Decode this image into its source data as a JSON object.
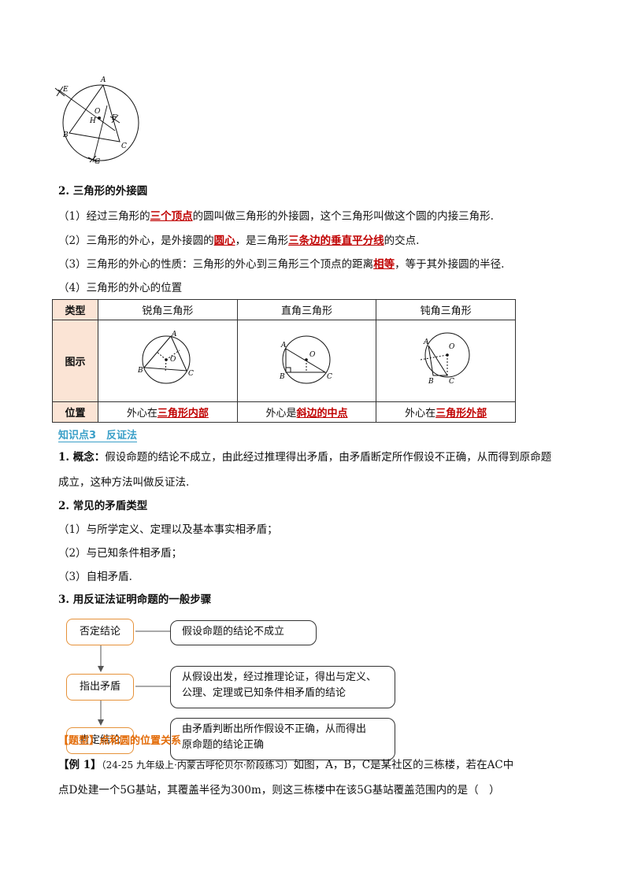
{
  "top_figure": {
    "labels": [
      "A",
      "E",
      "O",
      "H",
      "F",
      "B",
      "C",
      "G"
    ]
  },
  "section2": {
    "title": "2. 三角形的外接圆",
    "p1": {
      "pre": "（1）经过三角形的",
      "em": "三个顶点",
      "post": "的圆叫做三角形的外接圆，这个三角形叫做这个圆的内接三角形."
    },
    "p2": {
      "pre": "（2）三角形的外心，是外接圆的",
      "em1": "圆心",
      "mid": "，是三角形",
      "em2": "三条边的垂直平分线",
      "post": "的交点."
    },
    "p3": {
      "pre": "（3）三角形的外心的性质：三角形的外心到三角形三个顶点的距离",
      "em": "相等",
      "post": "，等于其外接圆的半径."
    },
    "p4": "（4）三角形的外心的位置"
  },
  "table": {
    "row_headers": [
      "类型",
      "图示",
      "位置"
    ],
    "columns": [
      {
        "type": "锐角三角形",
        "pos_pre": "外心在",
        "pos_em": "三角形内部",
        "labels": [
          "A",
          "O",
          "B",
          "C"
        ]
      },
      {
        "type": "直角三角形",
        "pos_pre": "外心是",
        "pos_em": "斜边的中点",
        "labels": [
          "A",
          "O",
          "B",
          "C"
        ]
      },
      {
        "type": "钝角三角形",
        "pos_pre": "外心在",
        "pos_em": "三角形外部",
        "labels": [
          "A",
          "O",
          "B",
          "C"
        ]
      }
    ]
  },
  "kp3": {
    "title": "知识点3　反证法"
  },
  "concept": {
    "label": "1. 概念：",
    "text1": "假设命题的结论不成立，由此经过推理得出矛盾，由矛盾断定所作假设不正确，从而得到原命题",
    "text2": "成立，这种方法叫做反证法."
  },
  "contradictions": {
    "title": "2. 常见的矛盾类型",
    "items": [
      "（1）与所学定义、定理以及基本事实相矛盾；",
      "（2）与已知条件相矛盾；",
      "（3）自相矛盾."
    ]
  },
  "steps": {
    "title": "3. 用反证法证明命题的一般步骤",
    "boxes": [
      "否定结论",
      "指出矛盾",
      "肯定结论"
    ],
    "desc": [
      "假设命题的结论不成立",
      "从假设出发，经过推理论证，得出与定义、",
      "公理、定理或已知条件相矛盾的结论",
      "由矛盾判断出所作假设不正确，从而得出",
      "原命题的结论正确"
    ]
  },
  "topic_overlay": "【题型】点和圆的位置关系",
  "example": {
    "label": "【例 1】",
    "source": "（24-25 九年级上·内蒙古呼伦贝尔·阶段练习）",
    "line1_text": "如图，A，B，C是某社区的三栋楼，若在AC中",
    "line2_text": "点D处建一个5G基站，其覆盖半径为300m，则这三栋楼中在该5G基站覆盖范围内的是（　）"
  }
}
